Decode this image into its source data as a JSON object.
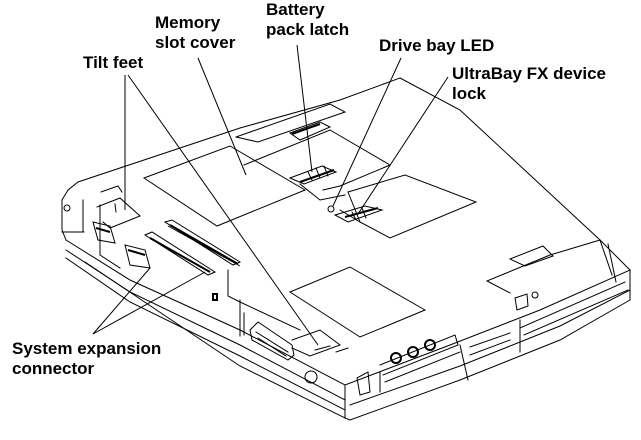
{
  "diagram": {
    "subject": "Laptop underside (bottom view)",
    "colors": {
      "line": "#000000",
      "background": "#ffffff"
    },
    "callouts": [
      {
        "id": "tilt-feet",
        "text": "Tilt feet"
      },
      {
        "id": "memory-slot-cover",
        "text": "Memory\nslot cover"
      },
      {
        "id": "battery-pack-latch",
        "text": "Battery\npack latch"
      },
      {
        "id": "drive-bay-led",
        "text": "Drive bay LED"
      },
      {
        "id": "ultrabay-fx-device-lock",
        "text": "UltraBay FX device\nlock"
      },
      {
        "id": "system-expansion-connector",
        "text": "System expansion\nconnector"
      }
    ]
  }
}
